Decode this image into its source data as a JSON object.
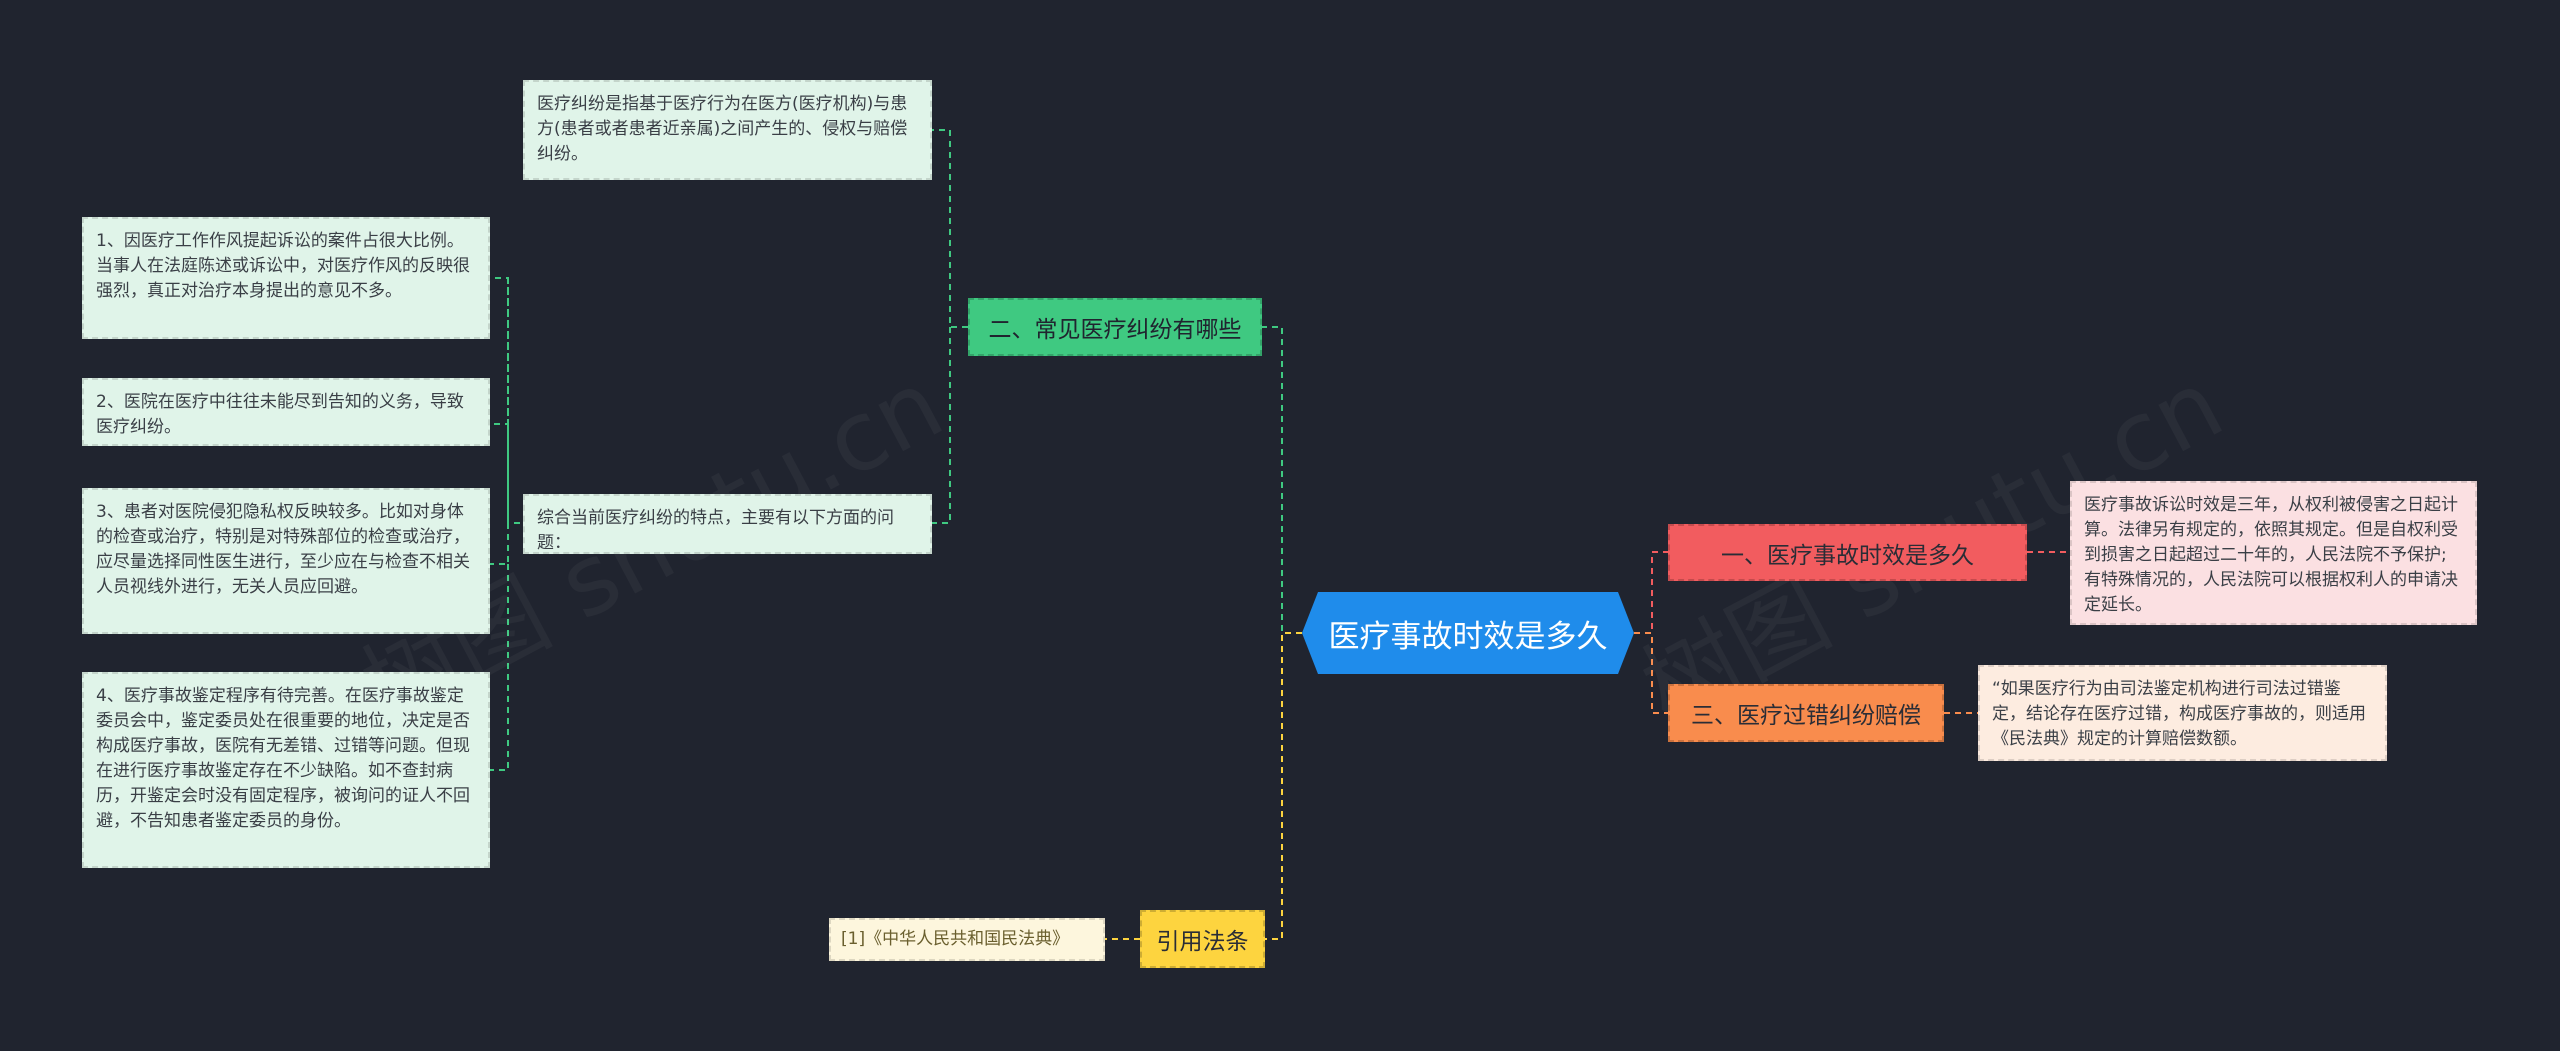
{
  "colors": {
    "background": "#20242f",
    "root": "#1f8ceb",
    "branch_green": "#3fc981",
    "branch_red": "#f25c5f",
    "branch_orange": "#f98c4d",
    "branch_yellow": "#fdd43f"
  },
  "root": {
    "label": "医疗事故时效是多久"
  },
  "watermark": "树图 shutu.cn",
  "branches": {
    "common_disputes": {
      "label": "二、常见医疗纠纷有哪些",
      "definition": "医疗纠纷是指基于医疗行为在医方(医疗机构)与患方(患者或者患者近亲属)之间产生的、侵权与赔偿纠纷。",
      "features_intro": "综合当前医疗纠纷的特点，主要有以下方面的问题：",
      "features": [
        "1、因医疗工作作风提起诉讼的案件占很大比例。当事人在法庭陈述或诉讼中，对医疗作风的反映很强烈，真正对治疗本身提出的意见不多。",
        "2、医院在医疗中往往未能尽到告知的义务，导致医疗纠纷。",
        "3、患者对医院侵犯隐私权反映较多。比如对身体的检查或治疗，特别是对特殊部位的检查或治疗，应尽量选择同性医生进行，至少应在与检查不相关人员视线外进行，无关人员应回避。",
        "4、医疗事故鉴定程序有待完善。在医疗事故鉴定委员会中，鉴定委员处在很重要的地位，决定是否构成医疗事故，医院有无差错、过错等问题。但现在进行医疗事故鉴定存在不少缺陷。如不查封病历，开鉴定会时没有固定程序，被询问的证人不回避，不告知患者鉴定委员的身份。"
      ]
    },
    "time_limit": {
      "label": "一、医疗事故时效是多久",
      "detail": "医疗事故诉讼时效是三年，从权利被侵害之日起计算。法律另有规定的，依照其规定。但是自权利受到损害之日起超过二十年的，人民法院不予保护;有特殊情况的，人民法院可以根据权利人的申请决定延长。"
    },
    "compensation": {
      "label": "三、医疗过错纠纷赔偿",
      "detail": "“如果医疗行为由司法鉴定机构进行司法过错鉴定，结论存在医疗过错，构成医疗事故的，则适用《民法典》规定的计算赔偿数额。"
    },
    "laws": {
      "label": "引用法条",
      "items": [
        "[1]《中华人民共和国民法典》"
      ]
    }
  }
}
